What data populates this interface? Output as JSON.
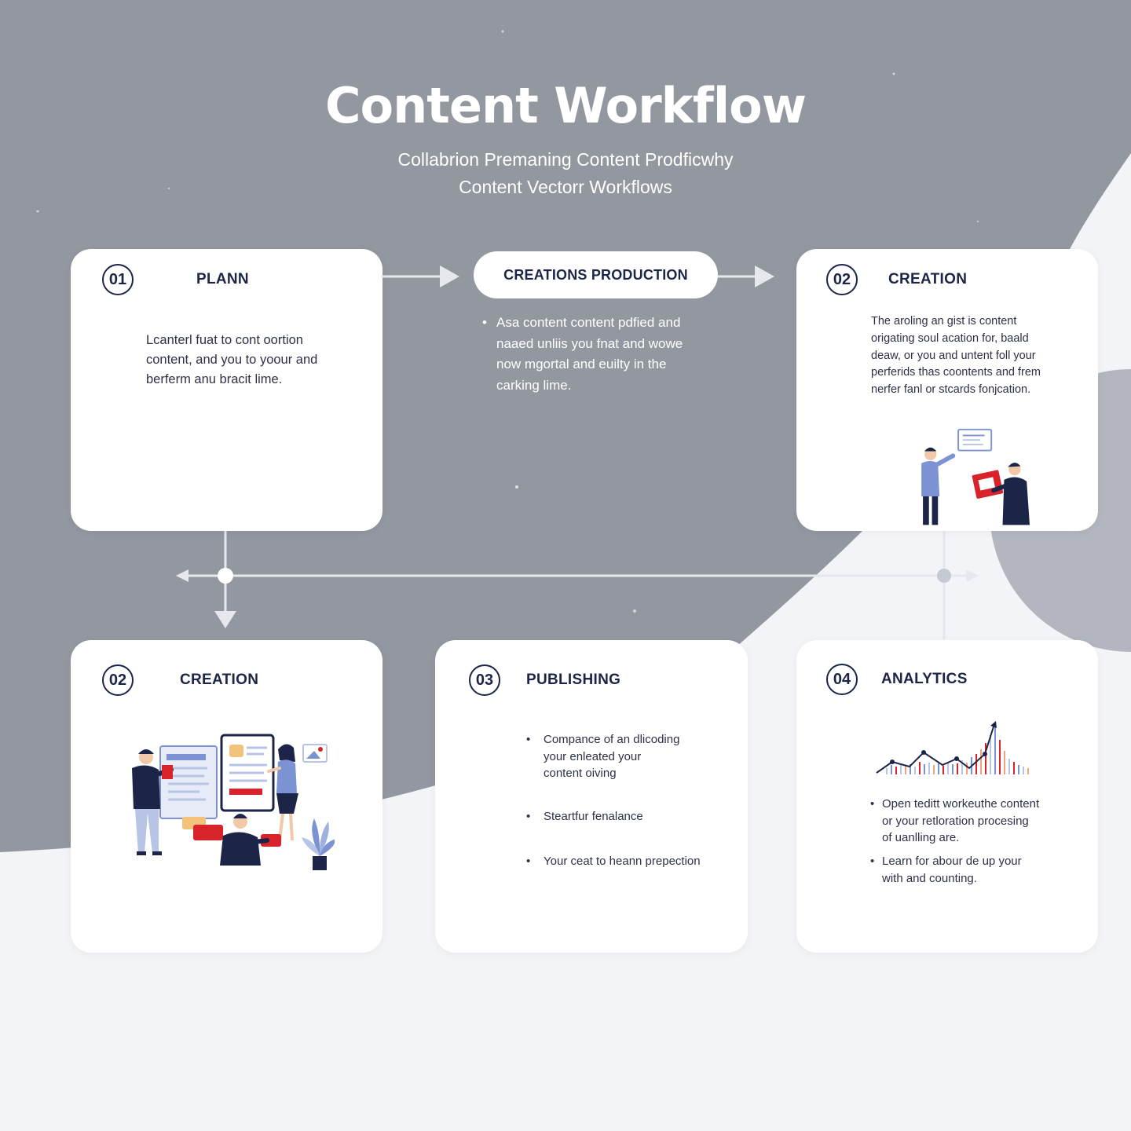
{
  "header": {
    "title": "Content Workflow",
    "subtitle_lines": [
      "Collabrion Premaning Content Prodficwhy",
      "Content Vectorr Workflows"
    ]
  },
  "colors": {
    "background_gray": "#9397a0",
    "card": "#ffffff",
    "navy": "#1c2547",
    "accent_red": "#d8232a",
    "accent_blue": "#7c93d3"
  },
  "top_left_card": {
    "number": "01",
    "title": "PLANN",
    "text_lines": [
      "Lcanterl fuat to cont oortion",
      "content, and you to yoour and",
      "berferm anu bracit lime."
    ]
  },
  "center_stage": {
    "pill_label": "CREATIONS PRODUCTION",
    "bullet": "•",
    "text_lines": [
      "Asa content content pdfied and",
      "naaed unliis you fnat and wowe",
      "now mgortal and euilty in the",
      "carking lime."
    ]
  },
  "top_right_card": {
    "number": "02",
    "title": "CREATION",
    "text_lines": [
      "The aroling an gist is content",
      "origating soul acation for, baald",
      "deaw, or you and untent foll your",
      "perferids thas coontents and frem",
      "nerfer fanl or stcards fonjcation."
    ],
    "illustration": "two-people-reviewing-screen"
  },
  "bottom_cards": [
    {
      "number": "02",
      "title": "CREATION",
      "illustration": "team-creating-content"
    },
    {
      "number": "03",
      "title": "PUBLISHING",
      "bullets": [
        {
          "lines": [
            "Compance of an dlicoding",
            "your enleated your",
            "content oiving"
          ]
        },
        {
          "lines": [
            "Steartfur fenalance"
          ]
        },
        {
          "lines": [
            "Your ceat to heann prepection"
          ]
        }
      ]
    },
    {
      "number": "04",
      "title": "ANALYTICS",
      "illustration": "trend-line-and-bar-chart",
      "bullets": [
        {
          "lines": [
            "Open teditt workeuthe content",
            "or your retloration procesing",
            "of uanlling are."
          ]
        },
        {
          "lines": [
            "Learn for abour de up your",
            "with and counting."
          ]
        }
      ]
    }
  ],
  "icons": {
    "arrow": "arrow-right-icon",
    "connector": "node-dot-icon"
  }
}
